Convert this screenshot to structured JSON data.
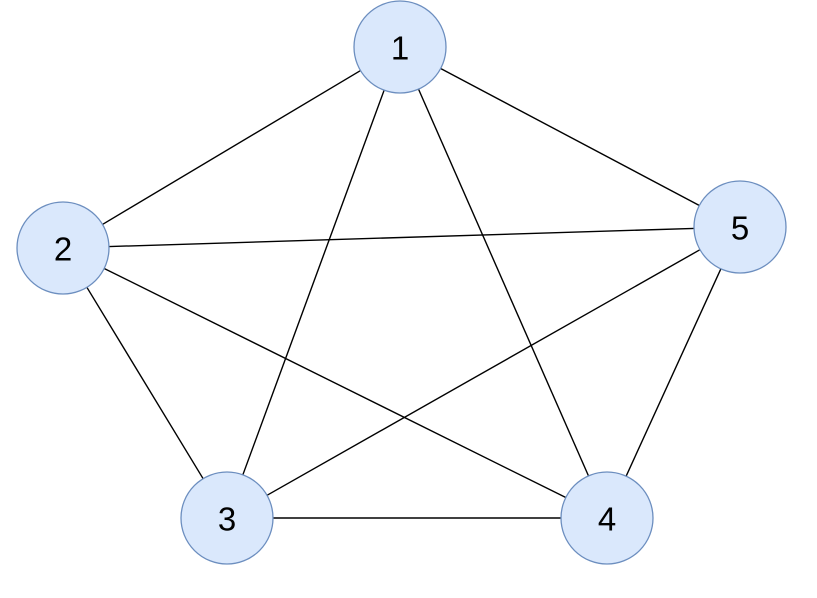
{
  "graph": {
    "colors": {
      "node_fill": "#dae8fc",
      "node_stroke": "#6c8ebf",
      "edge": "#000000",
      "label": "#000000"
    },
    "nodes": [
      {
        "id": "1",
        "label": "1"
      },
      {
        "id": "2",
        "label": "2"
      },
      {
        "id": "3",
        "label": "3"
      },
      {
        "id": "4",
        "label": "4"
      },
      {
        "id": "5",
        "label": "5"
      }
    ],
    "edges": [
      {
        "from": "1",
        "to": "2"
      },
      {
        "from": "1",
        "to": "3"
      },
      {
        "from": "1",
        "to": "4"
      },
      {
        "from": "1",
        "to": "5"
      },
      {
        "from": "2",
        "to": "3"
      },
      {
        "from": "2",
        "to": "4"
      },
      {
        "from": "2",
        "to": "5"
      },
      {
        "from": "3",
        "to": "4"
      },
      {
        "from": "3",
        "to": "5"
      },
      {
        "from": "4",
        "to": "5"
      }
    ]
  }
}
